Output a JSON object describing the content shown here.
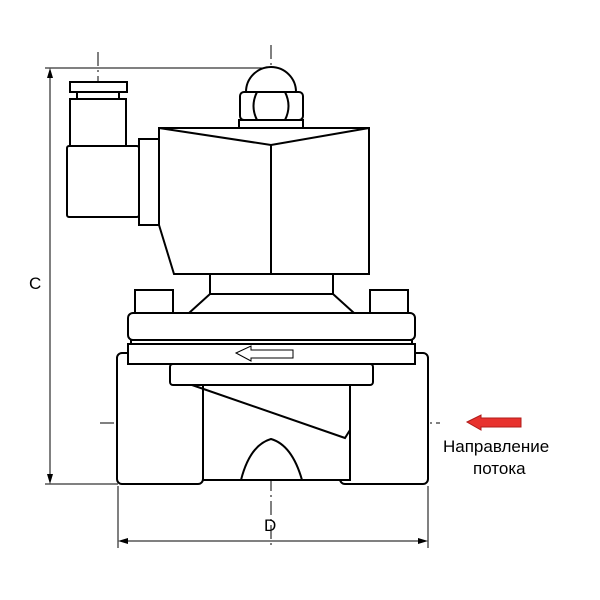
{
  "drawing": {
    "dimension_c": "C",
    "dimension_d": "D",
    "flow_label_line1": "Направление",
    "flow_label_line2": "потока",
    "flow_arrow_color": "#e8322e"
  }
}
